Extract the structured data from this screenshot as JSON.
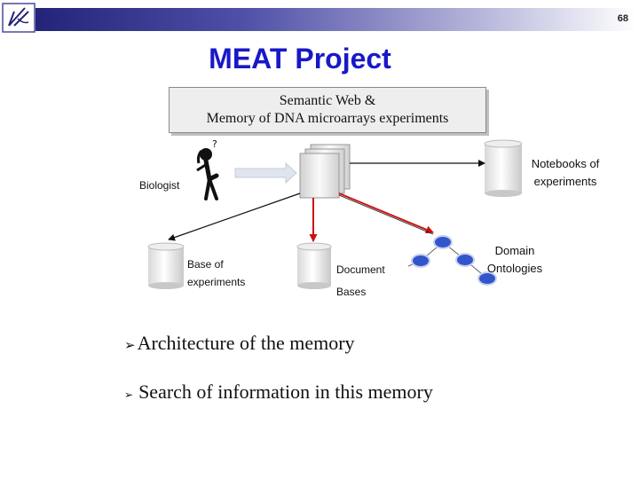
{
  "slide": {
    "page_number": "68",
    "title": "MEAT Project"
  },
  "diagram": {
    "semantic_box": {
      "line1": "Semantic Web &",
      "line2": "Memory of DNA microarrays experiments"
    },
    "labels": {
      "biologist": "Biologist",
      "notebooks_line1": "Notebooks of",
      "notebooks_line2": "experiments",
      "base_line1": "Base of",
      "base_line2": "experiments",
      "document": "Document",
      "bases": "Bases",
      "domain": "Domain",
      "ontologies": "Ontologies"
    }
  },
  "bullets": [
    {
      "text": "Architecture of the memory",
      "marker": "arrow-bullet-icon"
    },
    {
      "text": "Search of information in this memory",
      "marker": "arrow-bullet-icon"
    }
  ],
  "colors": {
    "title": "#1818c8",
    "red_arrows": "#cc1111",
    "node_fill": "#3355cc",
    "header_dark": "#23237a"
  }
}
